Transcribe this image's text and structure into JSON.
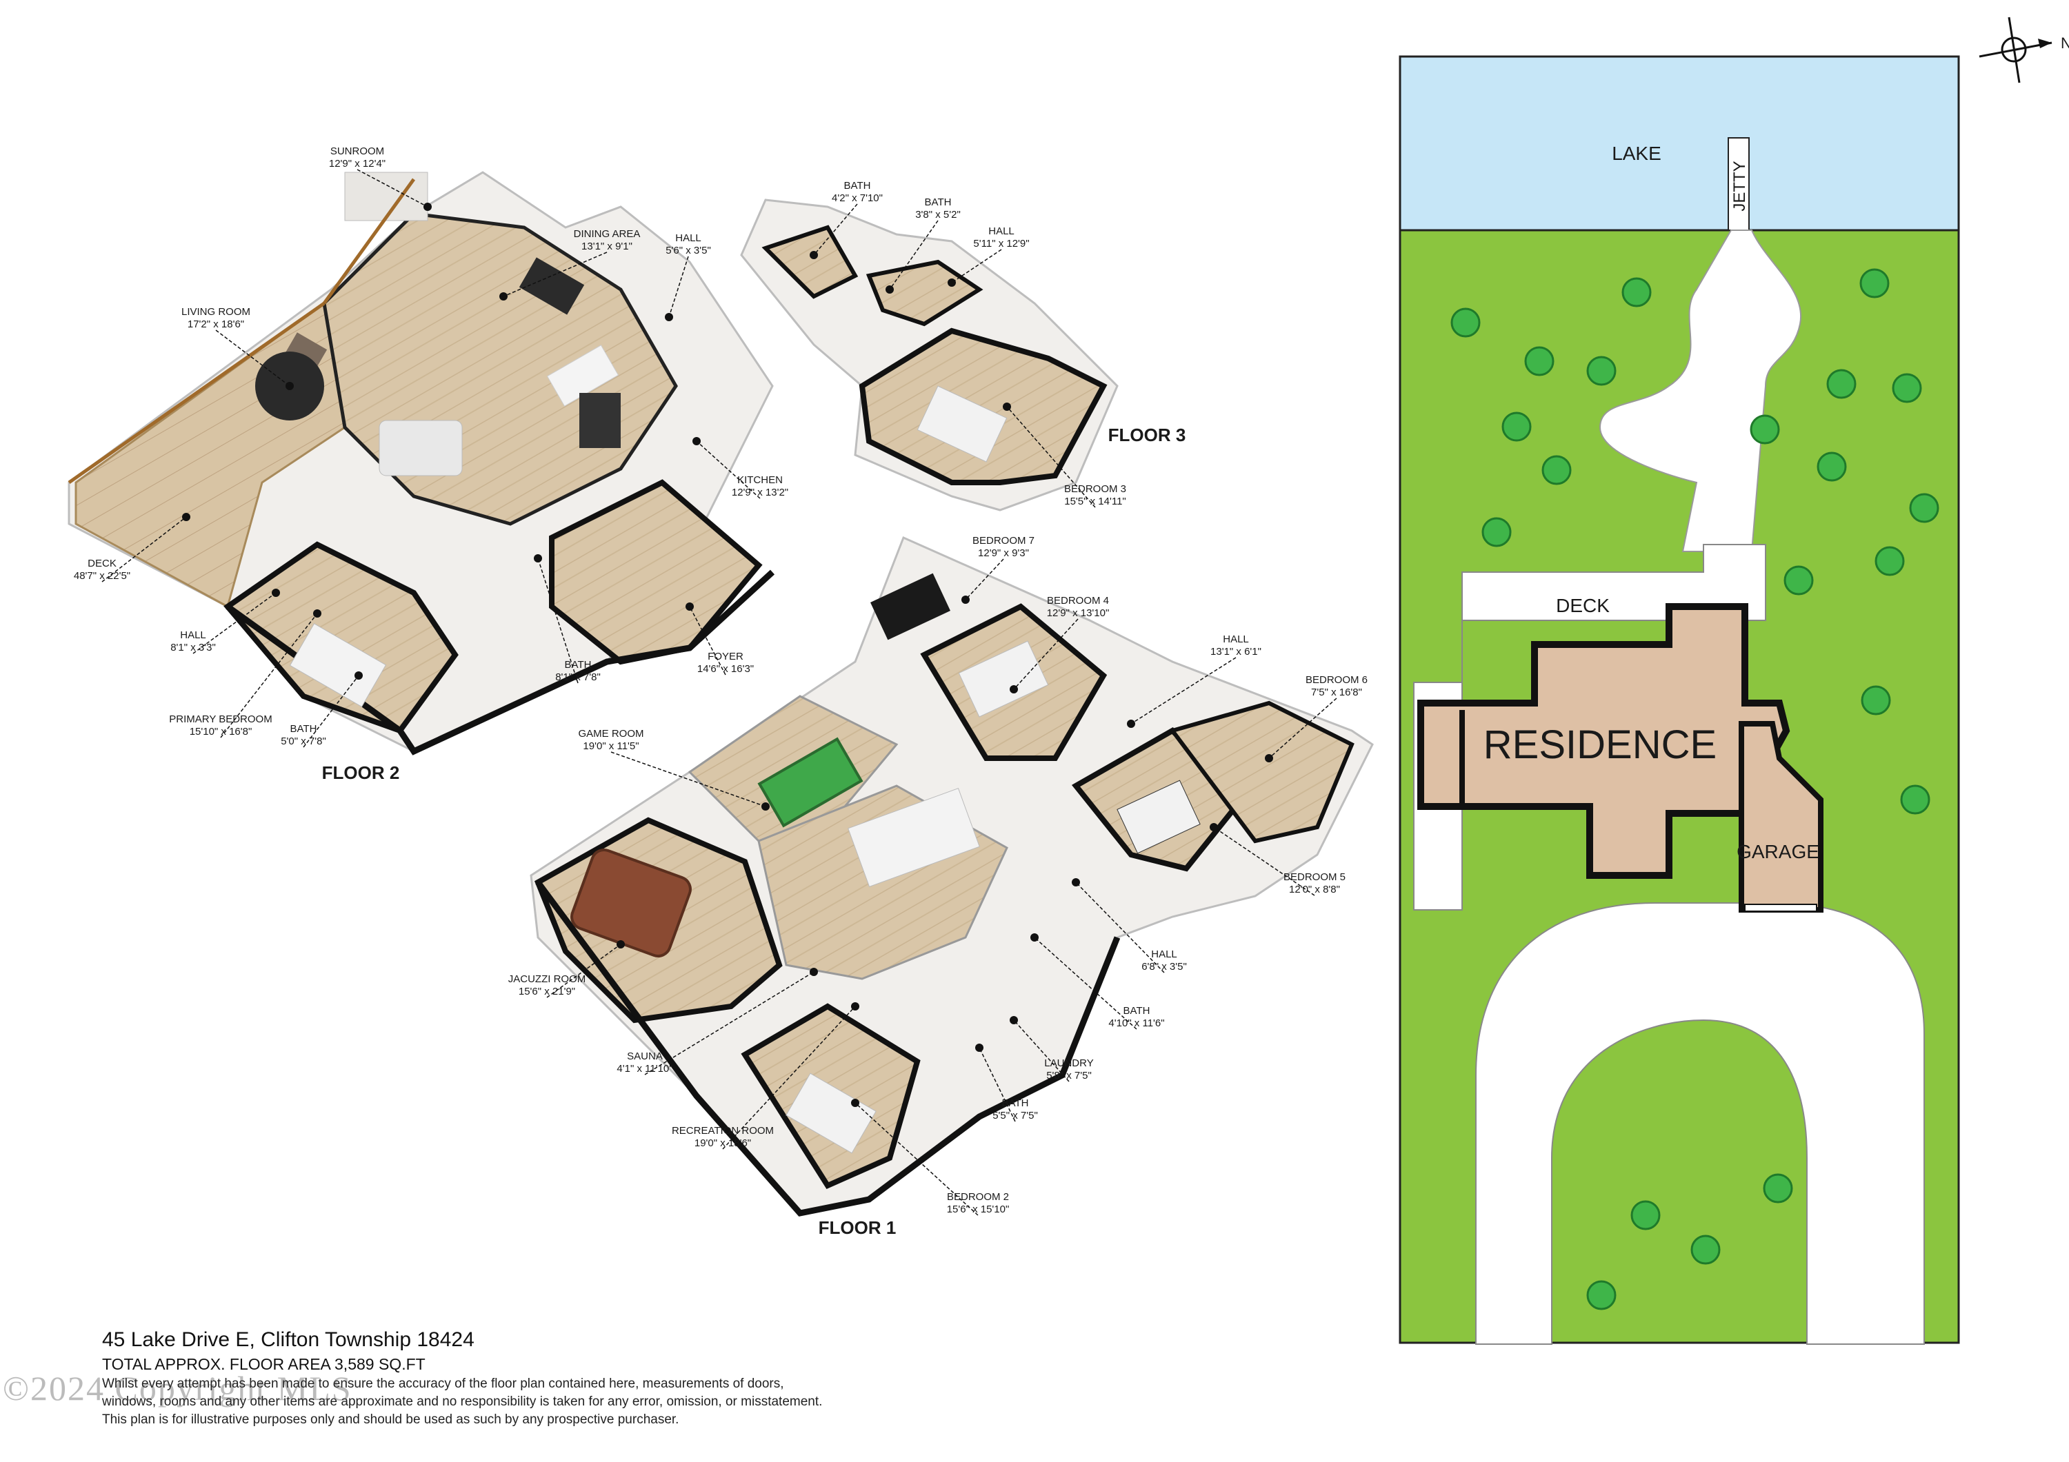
{
  "floors": [
    {
      "name": "FLOOR 2",
      "rooms": [
        {
          "name": "SUNROOM",
          "dims": "12'9\" x 12'4\""
        },
        {
          "name": "DINING AREA",
          "dims": "13'1\" x 9'1\""
        },
        {
          "name": "HALL",
          "dims": "5'6\" x 3'5\""
        },
        {
          "name": "LIVING ROOM",
          "dims": "17'2\" x 18'6\""
        },
        {
          "name": "KITCHEN",
          "dims": "12'9\" x 13'2\""
        },
        {
          "name": "DECK",
          "dims": "48'7\" x 22'5\""
        },
        {
          "name": "HALL",
          "dims": "8'1\" x 3'3\""
        },
        {
          "name": "PRIMARY BEDROOM",
          "dims": "15'10\" x 16'8\""
        },
        {
          "name": "BATH",
          "dims": "5'0\" x 7'8\""
        },
        {
          "name": "BATH",
          "dims": "8'1\" x 7'8\""
        },
        {
          "name": "FOYER",
          "dims": "14'6\" x 16'3\""
        }
      ]
    },
    {
      "name": "FLOOR 3",
      "rooms": [
        {
          "name": "BATH",
          "dims": "4'2\" x 7'10\""
        },
        {
          "name": "BATH",
          "dims": "3'8\" x 5'2\""
        },
        {
          "name": "HALL",
          "dims": "5'11\" x 12'9\""
        },
        {
          "name": "BEDROOM 3",
          "dims": "15'5\" x 14'11\""
        }
      ]
    },
    {
      "name": "FLOOR 1",
      "rooms": [
        {
          "name": "BEDROOM 7",
          "dims": "12'9\" x 9'3\""
        },
        {
          "name": "BEDROOM 4",
          "dims": "12'9\" x 13'10\""
        },
        {
          "name": "HALL",
          "dims": "13'1\" x 6'1\""
        },
        {
          "name": "BEDROOM 6",
          "dims": "7'5\" x 16'8\""
        },
        {
          "name": "GAME ROOM",
          "dims": "19'0\" x 11'5\""
        },
        {
          "name": "BEDROOM 5",
          "dims": "12'0\" x 8'8\""
        },
        {
          "name": "HALL",
          "dims": "6'8\" x 3'5\""
        },
        {
          "name": "JACUZZI ROOM",
          "dims": "15'6\" x 21'9\""
        },
        {
          "name": "BATH",
          "dims": "4'10\" x 11'6\""
        },
        {
          "name": "LAUNDRY",
          "dims": "5'8\" x 7'5\""
        },
        {
          "name": "SAUNA",
          "dims": "4'1\" x 11'10\""
        },
        {
          "name": "BATH",
          "dims": "5'5\" x 7'5\""
        },
        {
          "name": "RECREATION ROOM",
          "dims": "19'0\" x 18'6\""
        },
        {
          "name": "BEDROOM 2",
          "dims": "15'6\" x 15'10\""
        }
      ]
    }
  ],
  "site": {
    "lake": "LAKE",
    "jetty": "JETTY",
    "deck": "DECK",
    "residence": "RESIDENCE",
    "garage": "GARAGE",
    "north": "N",
    "colors": {
      "lake": "#c6e6f7",
      "lawn": "#8bc53f",
      "house": "#dec0a5",
      "tree": "#3fb549"
    }
  },
  "footer": {
    "address": "45 Lake Drive E, Clifton Township 18424",
    "area": "TOTAL APPROX. FLOOR AREA 3,589 SQ.FT",
    "disclaimer1": "Whilst every attempt has been made to ensure the accuracy of the floor plan contained here, measurements of doors,",
    "disclaimer2": "windows, rooms and any other items are approximate and no responsibility is taken for any error, omission, or misstatement.",
    "disclaimer3": "This plan is for illustrative purposes only and should be used as such by any prospective purchaser."
  },
  "watermark": "©2024 Copyright MLS"
}
